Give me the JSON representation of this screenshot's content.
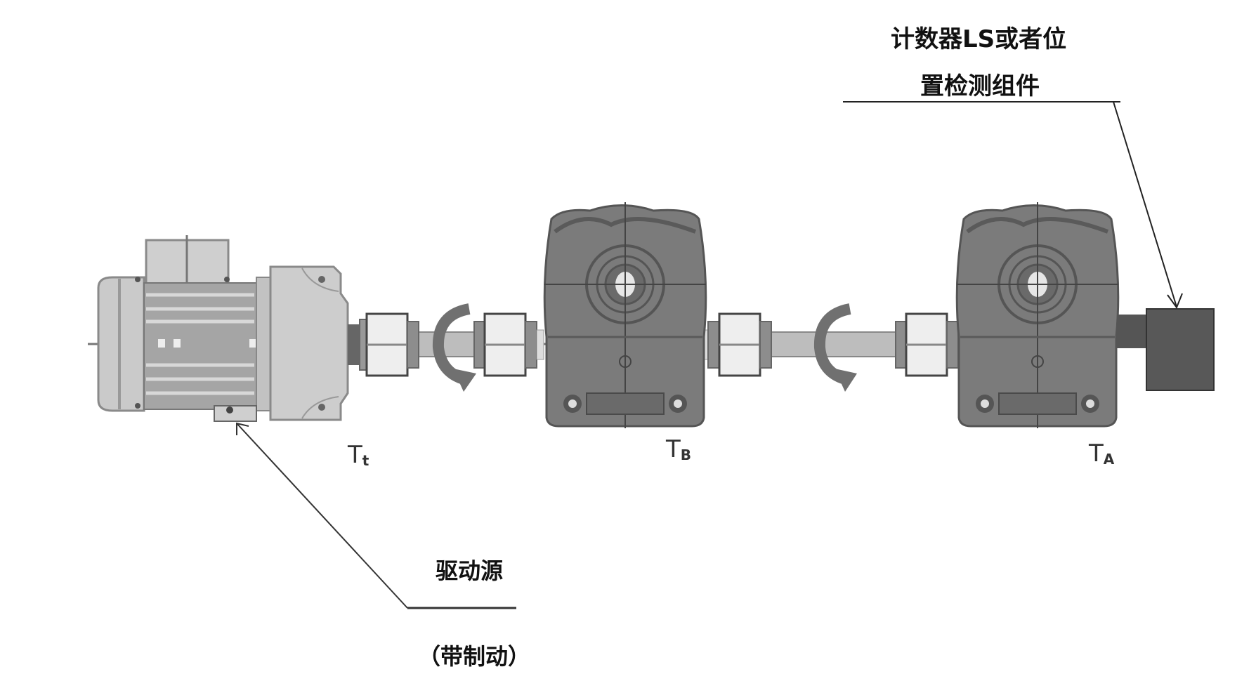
{
  "labels": {
    "counter_line1": "计数器LS或者位",
    "counter_line2": "置检测组件",
    "drive_source": "驱动源",
    "with_brake": "（带制动）"
  },
  "torque_labels": [
    {
      "main": "T",
      "sub": "t"
    },
    {
      "main": "T",
      "sub": "B"
    },
    {
      "main": "T",
      "sub": "A"
    }
  ],
  "components": [
    {
      "id": "motor",
      "name": "drive-motor"
    },
    {
      "id": "gearbox_b",
      "name": "worm-gearbox-b"
    },
    {
      "id": "gearbox_a",
      "name": "worm-gearbox-a"
    },
    {
      "id": "counter",
      "name": "counter-position-detector"
    }
  ],
  "colors": {
    "motor_body": "#c8c8c8",
    "motor_fins": "#9a9a9a",
    "gearbox": "#7a7a7a",
    "gearbox_dark": "#5a5a5a",
    "coupling": "#e8e8e8",
    "shaft": "#bdbdbd",
    "arrow": "#6e6e6e",
    "counter": "#555555",
    "leader_line": "#222222"
  }
}
